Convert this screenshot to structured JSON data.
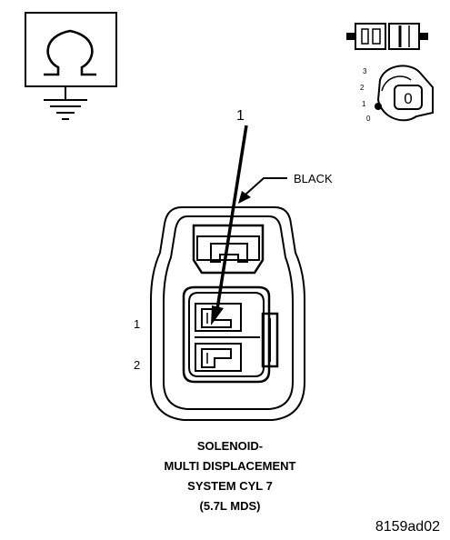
{
  "callout": {
    "number": "1",
    "wire_color": "BLACK"
  },
  "pins": [
    {
      "label": "1"
    },
    {
      "label": "2"
    }
  ],
  "ignition_switch": {
    "positions": [
      "3",
      "2",
      "1",
      "0"
    ],
    "key_label": "0"
  },
  "caption": {
    "line1": "SOLENOID-",
    "line2": "MULTI DISPLACEMENT",
    "line3": "SYSTEM CYL 7",
    "line4": "(5.7L MDS)"
  },
  "figure_id": "8159ad02",
  "icons": {
    "meter": "ohmmeter-ground-icon",
    "connector": "disconnected-connector-icon",
    "ignition": "ignition-off-icon"
  }
}
